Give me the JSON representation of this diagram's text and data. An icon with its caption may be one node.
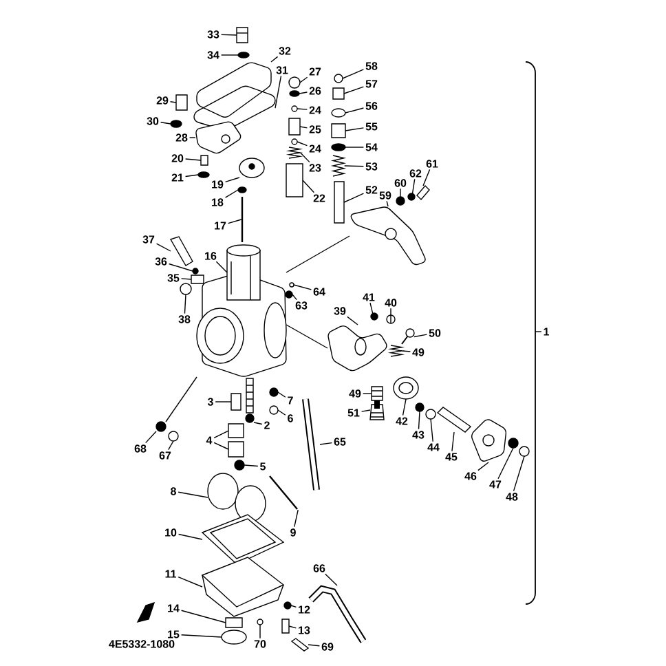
{
  "diagram": {
    "nodes": [
      {
        "text": [
          "33"
        ]
      },
      {
        "text": [
          "34"
        ]
      },
      {
        "text": [
          "32"
        ]
      },
      {
        "text": [
          "31"
        ]
      },
      {
        "text": [
          "27"
        ]
      },
      {
        "text": [
          "26"
        ]
      },
      {
        "text": [
          "24"
        ]
      },
      {
        "text": [
          "25"
        ]
      },
      {
        "text": [
          "24"
        ]
      },
      {
        "text": [
          "23"
        ]
      },
      {
        "text": [
          "22"
        ]
      },
      {
        "text": [
          "29"
        ]
      },
      {
        "text": [
          "30"
        ]
      },
      {
        "text": [
          "28"
        ]
      },
      {
        "text": [
          "20"
        ]
      },
      {
        "text": [
          "21"
        ]
      },
      {
        "text": [
          "19"
        ]
      },
      {
        "text": [
          "18"
        ]
      },
      {
        "text": [
          "17"
        ]
      },
      {
        "text": [
          "16"
        ]
      },
      {
        "text": [
          "37"
        ]
      },
      {
        "text": [
          "36"
        ]
      },
      {
        "text": [
          "35"
        ]
      },
      {
        "text": [
          "38"
        ]
      },
      {
        "text": [
          "63"
        ]
      },
      {
        "text": [
          "64"
        ]
      },
      {
        "text": [
          "58"
        ]
      },
      {
        "text": [
          "57"
        ]
      },
      {
        "text": [
          "56"
        ]
      },
      {
        "text": [
          "55"
        ]
      },
      {
        "text": [
          "54"
        ]
      },
      {
        "text": [
          "53"
        ]
      },
      {
        "text": [
          "52"
        ]
      },
      {
        "text": [
          "59"
        ]
      },
      {
        "text": [
          "60"
        ]
      },
      {
        "text": [
          "62"
        ]
      },
      {
        "text": [
          "61"
        ]
      },
      {
        "text": [
          "1"
        ]
      },
      {
        "text": [
          "39"
        ]
      },
      {
        "text": [
          "41"
        ]
      },
      {
        "text": [
          "40"
        ]
      },
      {
        "text": [
          "50"
        ]
      },
      {
        "text": [
          "49"
        ]
      },
      {
        "text": [
          "49"
        ]
      },
      {
        "text": [
          "51"
        ]
      },
      {
        "text": [
          "42"
        ]
      },
      {
        "text": [
          "43"
        ]
      },
      {
        "text": [
          "44"
        ]
      },
      {
        "text": [
          "45"
        ]
      },
      {
        "text": [
          "46"
        ]
      },
      {
        "text": [
          "47"
        ]
      },
      {
        "text": [
          "48"
        ]
      },
      {
        "text": [
          "3"
        ]
      },
      {
        "text": [
          "7"
        ]
      },
      {
        "text": [
          "6"
        ]
      },
      {
        "text": [
          "2"
        ]
      },
      {
        "text": [
          "4"
        ]
      },
      {
        "text": [
          "5"
        ]
      },
      {
        "text": [
          "68"
        ]
      },
      {
        "text": [
          "67"
        ]
      },
      {
        "text": [
          "65"
        ]
      },
      {
        "text": [
          "8"
        ]
      },
      {
        "text": [
          "9"
        ]
      },
      {
        "text": [
          "10"
        ]
      },
      {
        "text": [
          "11"
        ]
      },
      {
        "text": [
          "14"
        ]
      },
      {
        "text": [
          "15"
        ]
      },
      {
        "text": [
          "12"
        ]
      },
      {
        "text": [
          "13"
        ]
      },
      {
        "text": [
          "70"
        ]
      },
      {
        "text": [
          "69"
        ]
      },
      {
        "text": [
          "66"
        ]
      },
      {
        "text": [],
        "shape": "picture"
      },
      {
        "text": [],
        "shape": "circle"
      },
      {
        "text": [],
        "shape": "picture"
      },
      {
        "text": [],
        "shape": "picture"
      },
      {
        "text": [],
        "shape": "circle"
      },
      {
        "text": [],
        "shape": "circle"
      },
      {
        "text": [],
        "shape": "circle"
      },
      {
        "text": [],
        "shape": "box"
      },
      {
        "text": [],
        "shape": "circle"
      },
      {
        "text": [],
        "shape": "picture"
      },
      {
        "text": [],
        "shape": "box"
      },
      {
        "text": [],
        "shape": "box"
      },
      {
        "text": [],
        "shape": "circle"
      },
      {
        "text": [],
        "shape": "picture"
      },
      {
        "text": [],
        "shape": "box"
      },
      {
        "text": [],
        "shape": "circle"
      },
      {
        "text": [],
        "shape": "picture"
      },
      {
        "text": [],
        "shape": "circle"
      },
      {
        "text": [],
        "shape": "picture"
      },
      {
        "text": [],
        "shape": "picture"
      },
      {
        "text": [],
        "shape": "picture"
      },
      {
        "text": [],
        "shape": "circle"
      },
      {
        "text": [],
        "shape": "box"
      },
      {
        "text": [],
        "shape": "circle"
      },
      {
        "text": [],
        "shape": "circle"
      },
      {
        "text": [],
        "shape": "circle"
      },
      {
        "text": [],
        "shape": "circle"
      },
      {
        "text": [],
        "shape": "box"
      },
      {
        "text": [],
        "shape": "circle"
      },
      {
        "text": [],
        "shape": "box"
      },
      {
        "text": [],
        "shape": "circle"
      },
      {
        "text": [],
        "shape": "picture"
      },
      {
        "text": [],
        "shape": "box"
      },
      {
        "text": [],
        "shape": "picture"
      },
      {
        "text": [],
        "shape": "circle"
      },
      {
        "text": [],
        "shape": "circle"
      },
      {
        "text": [],
        "shape": "picture"
      },
      {
        "text": [],
        "shape": "picture"
      },
      {
        "text": [],
        "shape": "circle"
      },
      {
        "text": [],
        "shape": "circle"
      },
      {
        "text": [],
        "shape": "picture"
      },
      {
        "text": [],
        "shape": "picture"
      },
      {
        "text": [],
        "shape": "picture"
      },
      {
        "text": [],
        "shape": "picture"
      },
      {
        "text": [],
        "shape": "picture"
      },
      {
        "text": [],
        "shape": "circle"
      },
      {
        "text": [],
        "shape": "circle"
      },
      {
        "text": [],
        "shape": "picture"
      },
      {
        "text": [],
        "shape": "picture"
      },
      {
        "text": [],
        "shape": "circle"
      },
      {
        "text": [],
        "shape": "circle"
      },
      {
        "text": [],
        "shape": "box"
      },
      {
        "text": [],
        "shape": "circle"
      },
      {
        "text": [],
        "shape": "circle"
      },
      {
        "text": [],
        "shape": "picture"
      },
      {
        "text": [],
        "shape": "box"
      },
      {
        "text": [],
        "shape": "box"
      },
      {
        "text": [],
        "shape": "circle"
      },
      {
        "text": [],
        "shape": "circle"
      },
      {
        "text": [],
        "shape": "circle"
      },
      {
        "text": [],
        "shape": "picture"
      },
      {
        "text": [],
        "shape": "picture"
      },
      {
        "text": [],
        "shape": "picture"
      },
      {
        "text": [],
        "shape": "picture"
      },
      {
        "text": [],
        "shape": "picture"
      },
      {
        "text": [],
        "shape": "box"
      },
      {
        "text": [],
        "shape": "circle"
      },
      {
        "text": [],
        "shape": "circle"
      },
      {
        "text": [],
        "shape": "box"
      },
      {
        "text": [],
        "shape": "circle"
      },
      {
        "text": [],
        "shape": "picture"
      },
      {
        "text": [],
        "shape": "picture"
      },
      {
        "text": [],
        "shape": "picture"
      }
    ],
    "edges": [
      {
        "from": 0,
        "to": 72,
        "arrow": "none"
      },
      {
        "from": 1,
        "to": 73,
        "arrow": "none"
      },
      {
        "from": 2,
        "to": 74,
        "arrow": "none"
      },
      {
        "from": 3,
        "to": 75,
        "arrow": "none"
      },
      {
        "from": 4,
        "to": 76,
        "arrow": "none"
      },
      {
        "from": 5,
        "to": 77,
        "arrow": "none"
      },
      {
        "from": 6,
        "to": 78,
        "arrow": "none"
      },
      {
        "from": 7,
        "to": 79,
        "arrow": "none"
      },
      {
        "from": 8,
        "to": 80,
        "arrow": "none"
      },
      {
        "from": 9,
        "to": 81,
        "arrow": "none"
      },
      {
        "from": 10,
        "to": 82,
        "arrow": "none"
      },
      {
        "from": 11,
        "to": 83,
        "arrow": "none"
      },
      {
        "from": 12,
        "to": 84,
        "arrow": "none"
      },
      {
        "from": 13,
        "to": 85,
        "arrow": "none"
      },
      {
        "from": 14,
        "to": 86,
        "arrow": "none"
      },
      {
        "from": 15,
        "to": 87,
        "arrow": "none"
      },
      {
        "from": 16,
        "to": 88,
        "arrow": "none"
      },
      {
        "from": 17,
        "to": 89,
        "arrow": "none"
      },
      {
        "from": 18,
        "to": 90,
        "arrow": "none"
      },
      {
        "from": 19,
        "to": 91,
        "arrow": "none"
      },
      {
        "from": 20,
        "to": 92,
        "arrow": "none"
      },
      {
        "from": 21,
        "to": 93,
        "arrow": "none"
      },
      {
        "from": 22,
        "to": 94,
        "arrow": "none"
      },
      {
        "from": 23,
        "to": 95,
        "arrow": "none"
      },
      {
        "from": 24,
        "to": 96,
        "arrow": "none"
      },
      {
        "from": 25,
        "to": 97,
        "arrow": "none"
      },
      {
        "from": 26,
        "to": 98,
        "arrow": "none"
      },
      {
        "from": 27,
        "to": 99,
        "arrow": "none"
      },
      {
        "from": 28,
        "to": 100,
        "arrow": "none"
      },
      {
        "from": 29,
        "to": 101,
        "arrow": "none"
      },
      {
        "from": 30,
        "to": 102,
        "arrow": "none"
      },
      {
        "from": 31,
        "to": 103,
        "arrow": "none"
      },
      {
        "from": 32,
        "to": 104,
        "arrow": "none"
      },
      {
        "from": 33,
        "to": 105,
        "arrow": "none"
      },
      {
        "from": 34,
        "to": 106,
        "arrow": "none"
      },
      {
        "from": 35,
        "to": 107,
        "arrow": "none"
      },
      {
        "from": 36,
        "to": 108,
        "arrow": "none"
      },
      {
        "from": 37,
        "to": null,
        "arrow": "none"
      },
      {
        "from": 38,
        "to": 109,
        "arrow": "none"
      },
      {
        "from": 39,
        "to": 110,
        "arrow": "none"
      },
      {
        "from": 40,
        "to": 111,
        "arrow": "none"
      },
      {
        "from": 41,
        "to": 112,
        "arrow": "none"
      },
      {
        "from": 42,
        "to": 113,
        "arrow": "none"
      },
      {
        "from": 43,
        "to": 114,
        "arrow": "none"
      },
      {
        "from": 44,
        "to": 115,
        "arrow": "none"
      },
      {
        "from": 45,
        "to": 116,
        "arrow": "none"
      },
      {
        "from": 46,
        "to": 117,
        "arrow": "none"
      },
      {
        "from": 47,
        "to": 118,
        "arrow": "none"
      },
      {
        "from": 48,
        "to": 119,
        "arrow": "none"
      },
      {
        "from": 49,
        "to": 120,
        "arrow": "none"
      },
      {
        "from": 50,
        "to": 121,
        "arrow": "none"
      },
      {
        "from": 51,
        "to": 122,
        "arrow": "none"
      },
      {
        "from": 52,
        "to": 123,
        "arrow": "none"
      },
      {
        "from": 53,
        "to": 124,
        "arrow": "none"
      },
      {
        "from": 54,
        "to": 125,
        "arrow": "none"
      },
      {
        "from": 55,
        "to": 126,
        "arrow": "none"
      },
      {
        "from": 56,
        "to": 127,
        "arrow": "none"
      },
      {
        "from": 56,
        "to": 128,
        "arrow": "none"
      },
      {
        "from": 57,
        "to": 129,
        "arrow": "none"
      },
      {
        "from": 58,
        "to": 130,
        "arrow": "none"
      },
      {
        "from": 59,
        "to": 131,
        "arrow": "none"
      },
      {
        "from": 60,
        "to": 132,
        "arrow": "none"
      },
      {
        "from": 61,
        "to": 133,
        "arrow": "none"
      },
      {
        "from": 62,
        "to": 134,
        "arrow": "none"
      },
      {
        "from": 63,
        "to": 135,
        "arrow": "none"
      },
      {
        "from": 64,
        "to": 136,
        "arrow": "none"
      },
      {
        "from": 65,
        "to": 137,
        "arrow": "none"
      },
      {
        "from": 66,
        "to": 138,
        "arrow": "none"
      },
      {
        "from": 67,
        "to": 139,
        "arrow": "none"
      },
      {
        "from": 68,
        "to": 140,
        "arrow": "none"
      },
      {
        "from": 69,
        "to": 141,
        "arrow": "none"
      },
      {
        "from": 70,
        "to": 142,
        "arrow": "none"
      },
      {
        "from": 71,
        "to": 143,
        "arrow": "none"
      },
      {
        "from": 144,
        "to": 105,
        "arrow": "none"
      },
      {
        "from": 144,
        "to": 109,
        "arrow": "none"
      },
      {
        "from": 144,
        "to": 130,
        "arrow": "none"
      }
    ],
    "labels": [
      "4E5332-1080"
    ]
  }
}
